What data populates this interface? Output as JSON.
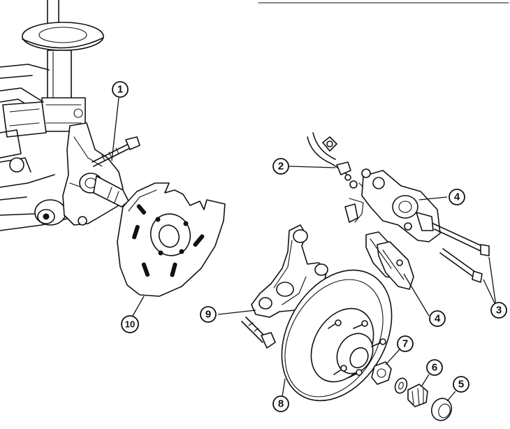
{
  "callouts": [
    {
      "id": "c1",
      "label": "1"
    },
    {
      "id": "c2",
      "label": "2"
    },
    {
      "id": "c3",
      "label": "3"
    },
    {
      "id": "c4a",
      "label": "4"
    },
    {
      "id": "c4b",
      "label": "4"
    },
    {
      "id": "c5",
      "label": "5"
    },
    {
      "id": "c6",
      "label": "6"
    },
    {
      "id": "c7",
      "label": "7"
    },
    {
      "id": "c8",
      "label": "8"
    },
    {
      "id": "c9",
      "label": "9"
    },
    {
      "id": "c10",
      "label": "10"
    }
  ]
}
